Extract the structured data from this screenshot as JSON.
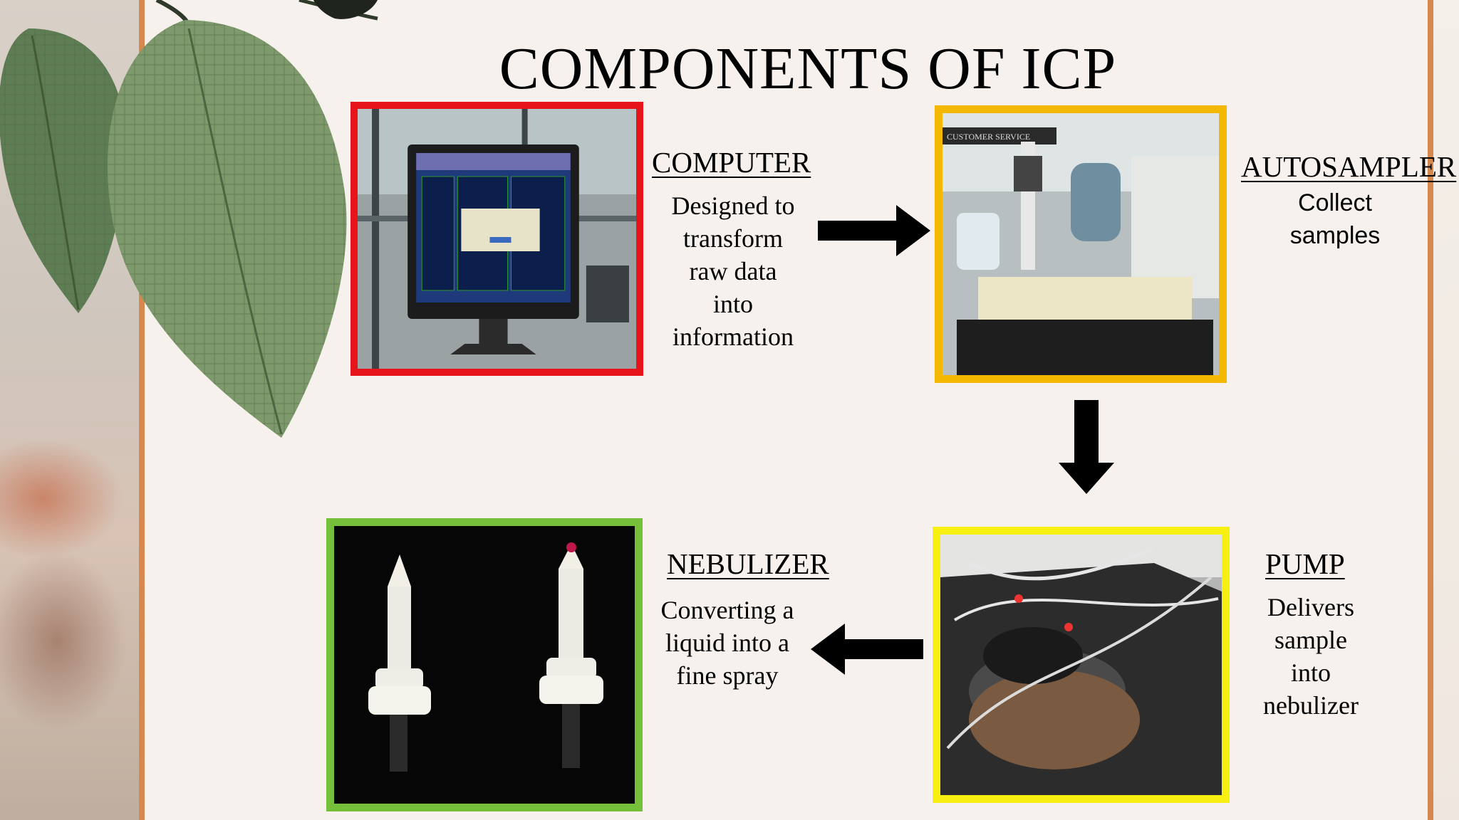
{
  "slide": {
    "title": "COMPONENTS OF ICP"
  },
  "components": {
    "computer": {
      "heading": "COMPUTER",
      "description": [
        "Designed to",
        "transform",
        "raw data",
        "into",
        "information"
      ],
      "border_color": "#e8141b"
    },
    "autosampler": {
      "heading": "AUTOSAMPLER",
      "description": [
        "Collect",
        "samples"
      ],
      "photo_sign": "CUSTOMER SERVICE",
      "border_color": "#f5b800"
    },
    "pump": {
      "heading": "PUMP",
      "description": [
        "Delivers",
        "sample",
        "into",
        "nebulizer"
      ],
      "border_color": "#f7ef10"
    },
    "nebulizer": {
      "heading": "NEBULIZER",
      "description": [
        "Converting a",
        "liquid into a",
        "fine spray"
      ],
      "border_color": "#76bf3b"
    }
  },
  "icons": {
    "arrow_right": "arrow-right-icon",
    "arrow_down": "arrow-down-icon",
    "arrow_left": "arrow-left-icon"
  },
  "colors": {
    "background": "#f6f1ec",
    "accent_line": "#d6884f",
    "leaf": "#6f8f5e"
  }
}
